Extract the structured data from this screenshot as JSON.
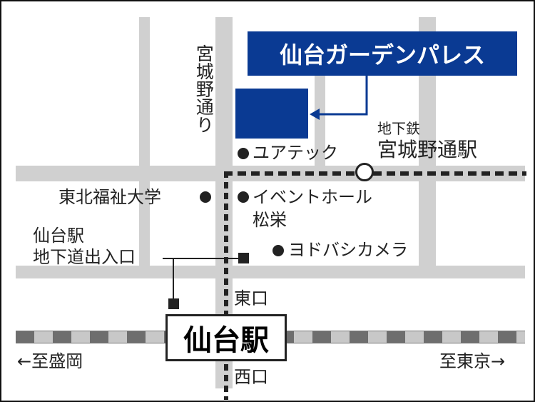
{
  "highlight": {
    "name": "仙台ガーデンパレス",
    "color": "#0a3a93"
  },
  "streets": {
    "miyagino_dori": "宮城野通り"
  },
  "landmarks": {
    "uatec": "ユアテック",
    "tohoku_fukushi": "東北福祉大学",
    "event_hall_line1": "イベントホール",
    "event_hall_line2": "松栄",
    "yodobashi": "ヨドバシカメラ"
  },
  "subway": {
    "label": "地下鉄",
    "station": "宮城野通駅"
  },
  "underground": {
    "line1": "仙台駅",
    "line2": "地下道出入口"
  },
  "station": {
    "name": "仙台駅",
    "east_exit": "東口",
    "west_exit": "西口",
    "to_morioka": "←至盛岡",
    "to_tokyo": "至東京→"
  },
  "colors": {
    "road": "#d0d0d0",
    "accent": "#0a3a93",
    "ink": "#222222"
  }
}
